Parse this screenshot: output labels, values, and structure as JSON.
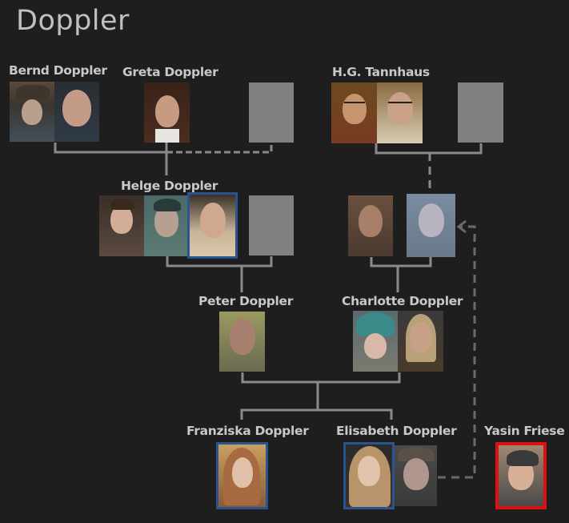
{
  "title": "Doppler",
  "colors": {
    "background": "#1e1e1e",
    "text": "#c8c8c8",
    "line": "#8a8a8a",
    "placeholder": "#808080",
    "highlight_blue": "#2a5490",
    "highlight_red": "#e01010"
  },
  "people": {
    "bernd": {
      "name": "Bernd Doppler",
      "photos": 2
    },
    "greta": {
      "name": "Greta Doppler",
      "photos": 1
    },
    "tannhaus": {
      "name": "H.G. Tannhaus",
      "photos": 2
    },
    "helge": {
      "name": "Helge Doppler",
      "photos": 3
    },
    "charlotte_parents": {
      "name": "",
      "photos": 2
    },
    "peter": {
      "name": "Peter Doppler",
      "photos": 1
    },
    "charlotte": {
      "name": "Charlotte Doppler",
      "photos": 2
    },
    "franziska": {
      "name": "Franziska Doppler",
      "photos": 1,
      "highlight": "blue"
    },
    "elisabeth": {
      "name": "Elisabeth Doppler",
      "photos": 2,
      "highlight": "blue"
    },
    "yasin": {
      "name": "Yasin Friese",
      "photos": 1,
      "highlight": "red"
    }
  },
  "placeholders": [
    "greta-partner",
    "tannhaus-partner",
    "helge-partner"
  ],
  "relations": [
    {
      "from": "bernd",
      "to": "greta",
      "type": "partner",
      "style": "solid"
    },
    {
      "from": "greta",
      "to": "greta-partner",
      "type": "partner",
      "style": "dashed"
    },
    {
      "from": "greta",
      "to": "helge",
      "type": "child",
      "style": "solid"
    },
    {
      "from": "tannhaus",
      "to": "tannhaus-partner",
      "type": "partner",
      "style": "solid"
    },
    {
      "from": "tannhaus",
      "to": "charlotte_parents",
      "type": "child",
      "style": "dashed"
    },
    {
      "from": "helge",
      "to": "helge-partner",
      "type": "partner",
      "style": "solid"
    },
    {
      "from": "helge",
      "to": "peter",
      "type": "child",
      "style": "solid"
    },
    {
      "from": "charlotte_parents",
      "to": "charlotte",
      "type": "child",
      "style": "solid"
    },
    {
      "from": "peter",
      "to": "charlotte",
      "type": "partner",
      "style": "solid"
    },
    {
      "from": "peter",
      "to": "franziska",
      "type": "child",
      "style": "solid"
    },
    {
      "from": "peter",
      "to": "elisabeth",
      "type": "child",
      "style": "solid"
    },
    {
      "from": "elisabeth",
      "to": "charlotte_parents",
      "type": "parent-of (time loop)",
      "style": "dashed-arrow"
    }
  ]
}
